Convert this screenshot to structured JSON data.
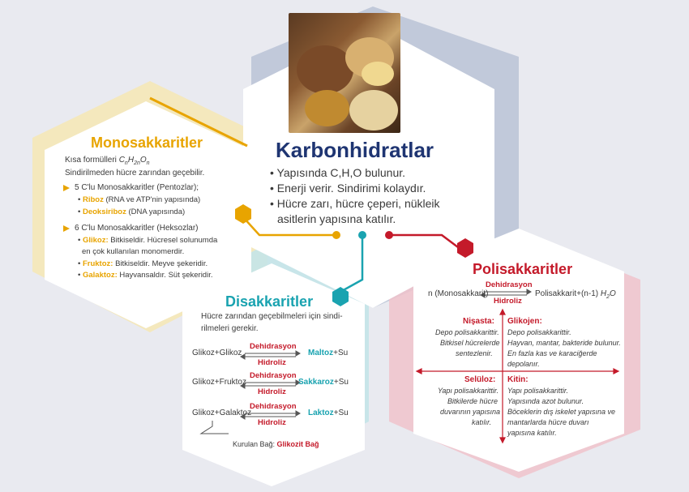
{
  "colors": {
    "yellow": "#e8a400",
    "teal": "#1aa3b0",
    "red": "#c41a2a",
    "navy": "#2a3f7a",
    "bg": "#e9eaf0"
  },
  "photo": {
    "icon": "food-photo-icon"
  },
  "center": {
    "title": "Karbonhidratlar",
    "bullets": [
      "• Yapısında C,H,O bulunur.",
      "• Enerji verir. Sindirimi kolaydır.",
      "• Hücre zarı, hücre çeperi, nükleik",
      "asitlerin yapısına katılır."
    ]
  },
  "mono": {
    "title": "Monosakkaritler",
    "formula_prefix": "Kısa formülleri ",
    "formula": {
      "c": "C",
      "n1": "n",
      "h": "H",
      "n2": "2n",
      "o": "O",
      "n3": "n"
    },
    "line2": "Sindirilmeden hücre zarından geçebilir.",
    "pentoz_head": "5 C'lu Monosakkaritler (Pentozlar);",
    "riboz_name": "Riboz",
    "riboz_desc": " (RNA ve ATP'nin yapısında)",
    "deoksi_name": "Deoksiriboz",
    "deoksi_desc": " (DNA yapısında)",
    "heksoz_head": "6 C'lu Monosakkaritler (Heksozlar)",
    "glikoz_name": "Glikoz:",
    "glikoz_desc": " Bitkiseldir. Hücresel solunumda",
    "glikoz_desc2": "en çok kullanılan monomerdir.",
    "fruktoz_name": "Fruktoz:",
    "fruktoz_desc": " Bitkiseldir. Meyve şekeridir.",
    "galaktoz_name": "Galaktoz:",
    "galaktoz_desc": " Hayvansaldır. Süt şekeridir."
  },
  "di": {
    "title": "Disakkaritler",
    "desc1": "Hücre zarından geçebilmeleri için sindi-",
    "desc2": "rilmeleri gerekir.",
    "rows": [
      {
        "left": "Glikoz+Glikoz",
        "top": "Dehidrasyon",
        "bottom": "Hidroliz",
        "product": "Maltoz",
        "suffix": "+Su"
      },
      {
        "left": "Glikoz+Fruktoz",
        "top": "Dehidrasyon",
        "bottom": "Hidroliz",
        "product": "Sakkaroz",
        "suffix": "+Su"
      },
      {
        "left": "Glikoz+Galaktoz",
        "top": "Dehidrasyon",
        "bottom": "Hidroliz",
        "product": "Laktoz",
        "suffix": "+Su"
      }
    ],
    "bond_prefix": "Kurulan Bağ: ",
    "bond_name": "Glikozit Bağ"
  },
  "poli": {
    "title": "Polisakkaritler",
    "eq_left": "n (Monosakkarit)",
    "eq_top": "Dehidrasyon",
    "eq_bottom": "Hidroliz",
    "eq_right": "Polisakkarit+(n-1) ",
    "eq_water": "H",
    "eq_water_sub": "2",
    "eq_water_o": "O",
    "nisasta_name": "Nişasta:",
    "nisasta_l1": "Depo polisakkarittir.",
    "nisasta_l2": "Bitkisel hücrelerde",
    "nisasta_l3": "sentezlenir.",
    "glikojen_name": "Glikojen:",
    "glikojen_l1": "Depo polisakkarittir.",
    "glikojen_l2": "Hayvan, mantar, bakteride bulunur.",
    "glikojen_l3": "En fazla kas ve karaciğerde",
    "glikojen_l4": "depolanır.",
    "seluloz_name": "Selüloz:",
    "seluloz_l1": "Yapı polisakkarittir.",
    "seluloz_l2": "Bitkilerde hücre",
    "seluloz_l3": "duvarının yapısına",
    "seluloz_l4": "katılır.",
    "kitin_name": "Kitin:",
    "kitin_l1": "Yapı polisakkarittir.",
    "kitin_l2": "Yapısında azot bulunur.",
    "kitin_l3": "Böceklerin dış iskelet yapısına ve",
    "kitin_l4": "mantarlarda hücre duvarı",
    "kitin_l5": "yapısına katılır."
  }
}
